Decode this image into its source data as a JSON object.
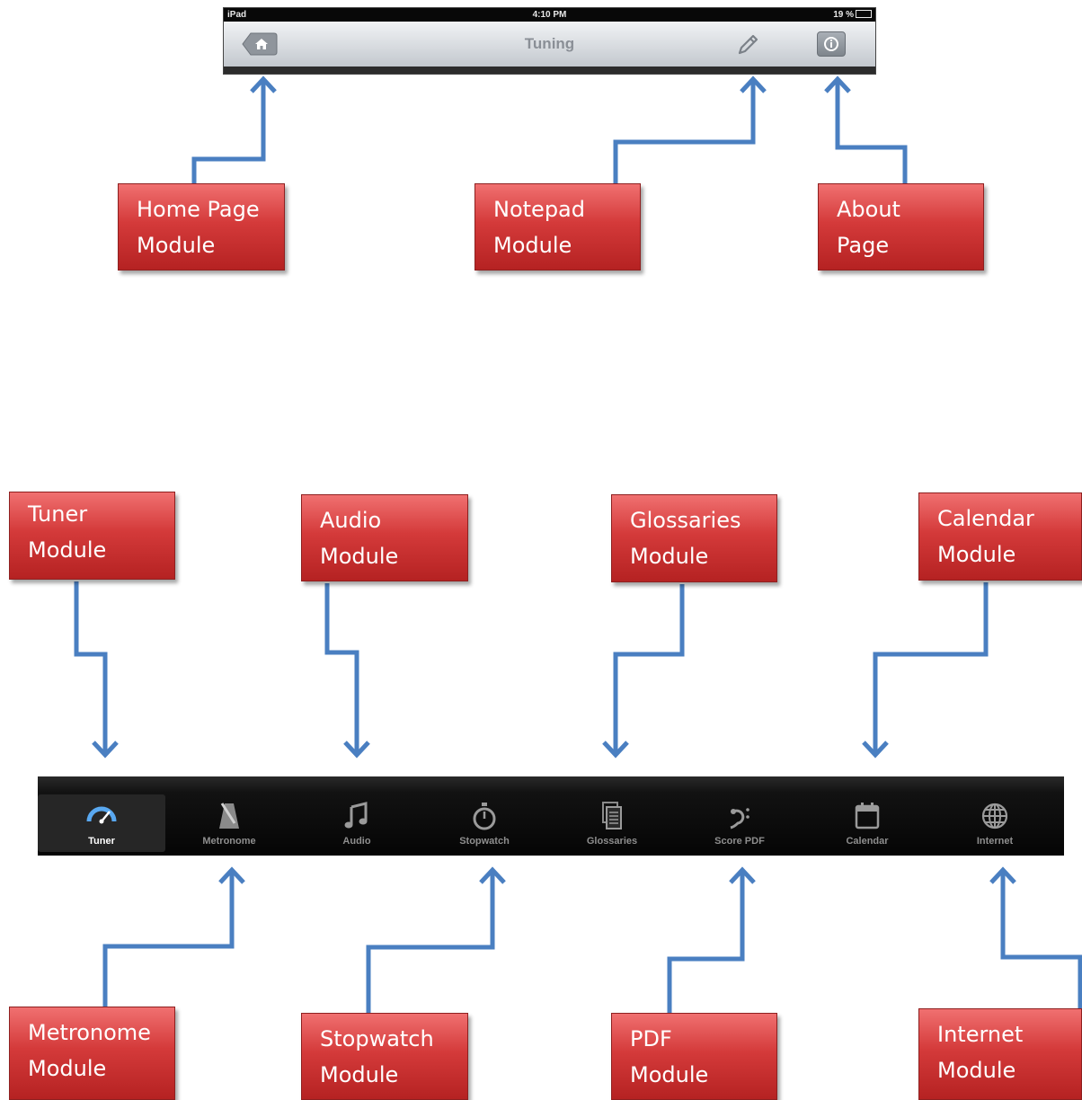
{
  "ipad": {
    "status": {
      "carrier": "iPad",
      "time": "4:10 PM",
      "battery": "19 %"
    },
    "nav_title": "Tuning",
    "home_icon": "home-icon",
    "edit_icon": "pencil-icon",
    "info_icon": "info-icon"
  },
  "tabs": [
    {
      "label": "Tuner",
      "icon": "tuner-gauge-icon",
      "selected": true
    },
    {
      "label": "Metronome",
      "icon": "metronome-icon"
    },
    {
      "label": "Audio",
      "icon": "music-note-icon"
    },
    {
      "label": "Stopwatch",
      "icon": "stopwatch-icon"
    },
    {
      "label": "Glossaries",
      "icon": "documents-icon"
    },
    {
      "label": "Score PDF",
      "icon": "bass-clef-icon"
    },
    {
      "label": "Calendar",
      "icon": "calendar-icon"
    },
    {
      "label": "Internet",
      "icon": "globe-icon"
    }
  ],
  "boxes": {
    "home": [
      "Home Page",
      "Module"
    ],
    "notepad": [
      "Notepad",
      "Module"
    ],
    "about": [
      "About",
      "Page"
    ],
    "tuner": [
      "Tuner",
      "Module"
    ],
    "audio": [
      "Audio",
      "Module"
    ],
    "glossaries": [
      "Glossaries",
      "Module"
    ],
    "calendar": [
      "Calendar",
      "Module"
    ],
    "metronome": [
      "Metronome",
      "Module"
    ],
    "stopwatch": [
      "Stopwatch",
      "Module"
    ],
    "pdf": [
      "PDF",
      "Module"
    ],
    "internet": [
      "Internet",
      "Module"
    ]
  },
  "colors": {
    "box_fill": "#d43a3a",
    "connector": "#4a7fc1",
    "tabbar": "#0a0a0a"
  }
}
